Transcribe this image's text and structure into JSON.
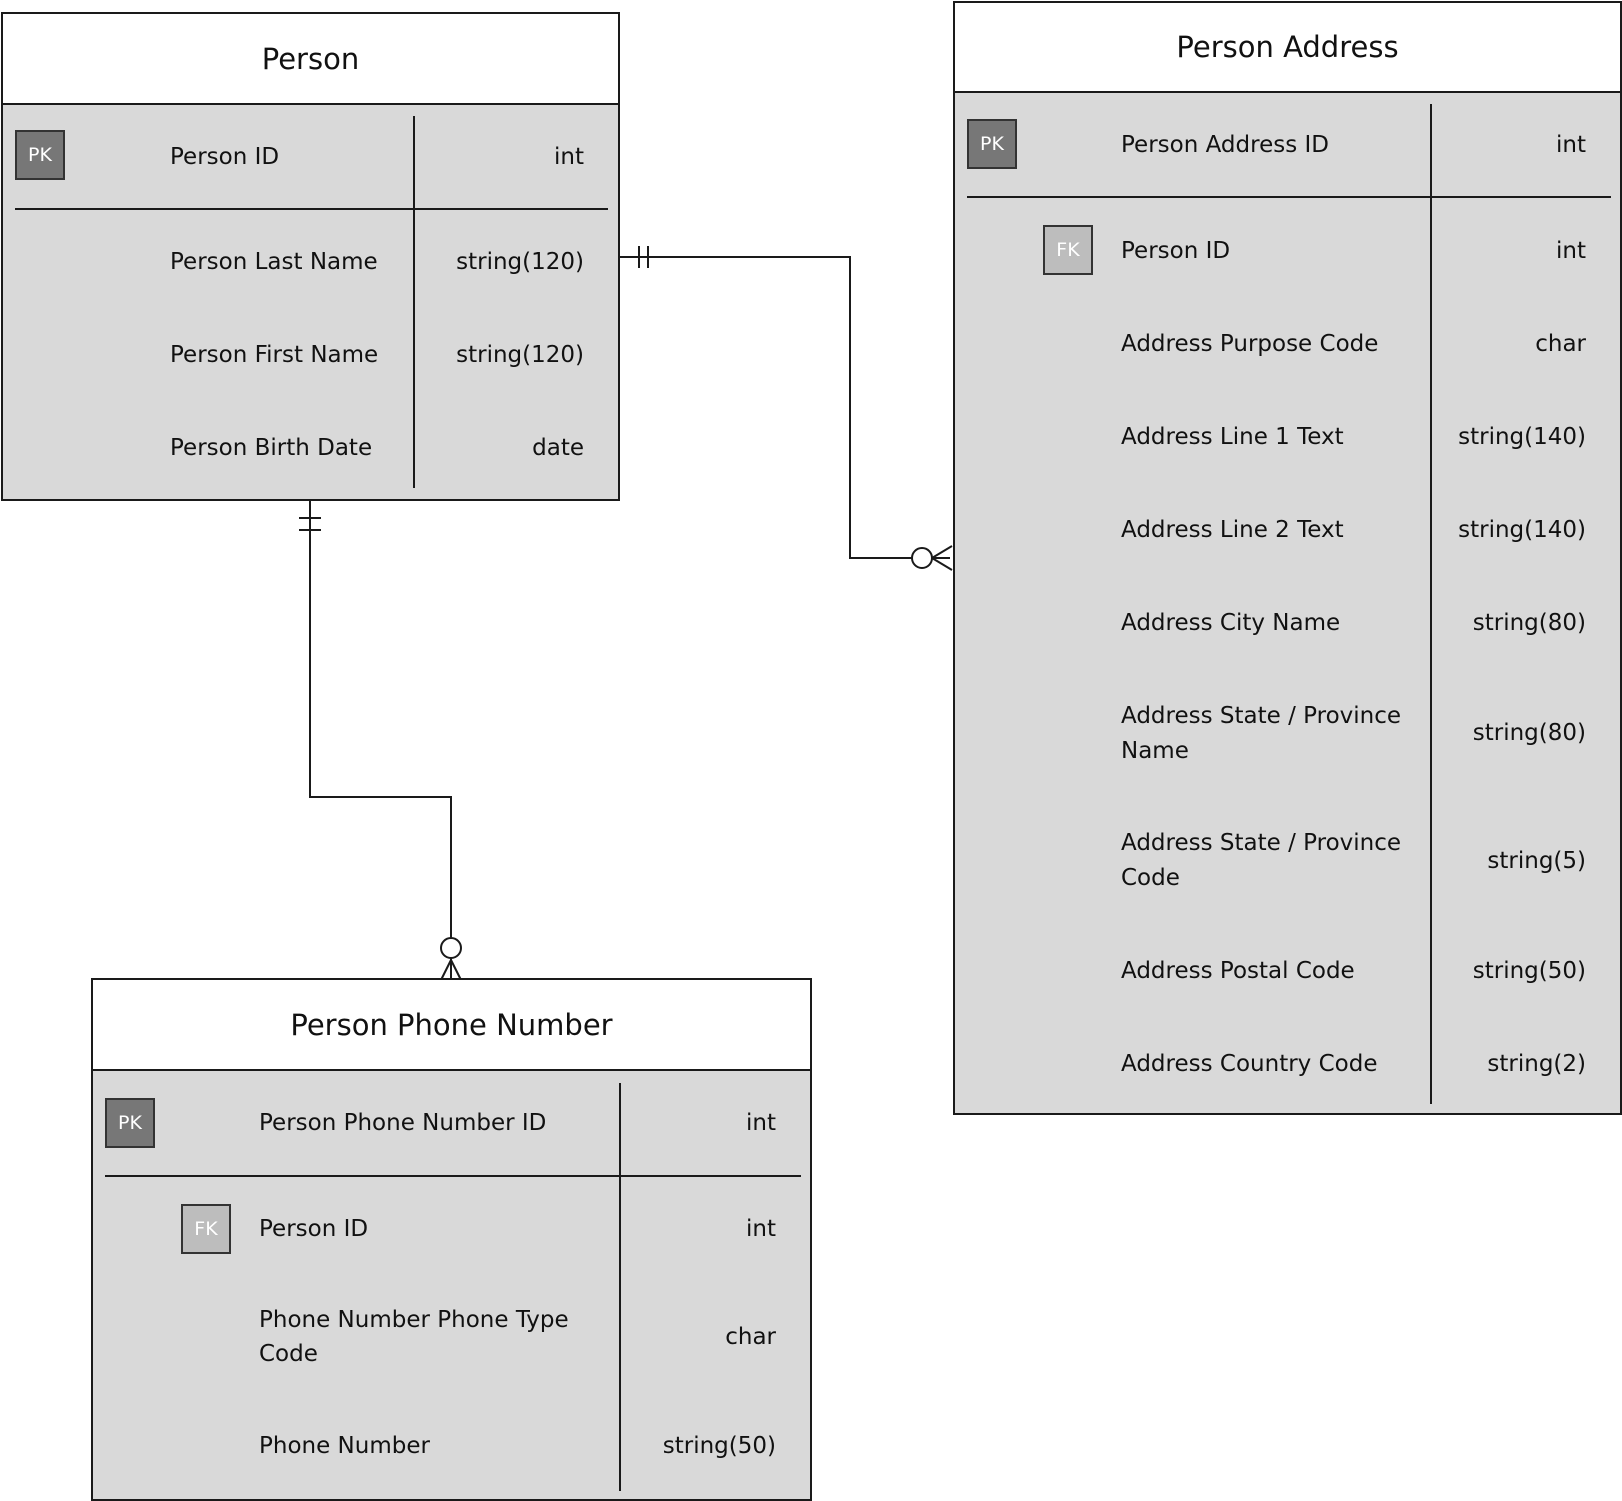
{
  "colors": {
    "line": "#1a1a1a",
    "entity_fill": "#d9d9d9",
    "header_fill": "#ffffff",
    "pk_badge": "#777777",
    "fk_badge": "#bdbdbd"
  },
  "person": {
    "title": "Person",
    "pk": {
      "badge": "PK",
      "name": "Person ID",
      "type": "int"
    },
    "fields": [
      {
        "name": "Person Last Name",
        "type": "string(120)"
      },
      {
        "name": "Person First Name",
        "type": "string(120)"
      },
      {
        "name": "Person Birth Date",
        "type": "date"
      }
    ]
  },
  "address": {
    "title": "Person Address",
    "pk": {
      "badge": "PK",
      "name": "Person Address ID",
      "type": "int"
    },
    "fk": {
      "badge": "FK",
      "name": "Person ID",
      "type": "int"
    },
    "fields": [
      {
        "name": "Address Purpose Code",
        "type": "char"
      },
      {
        "name": "Address Line 1 Text",
        "type": "string(140)"
      },
      {
        "name": "Address Line 2 Text",
        "type": "string(140)"
      },
      {
        "name": "Address City Name",
        "type": "string(80)"
      },
      {
        "name": "Address State / Province",
        "name2": "Name",
        "type": "string(80)"
      },
      {
        "name": "Address State / Province",
        "name2": "Code",
        "type": "string(5)"
      },
      {
        "name": "Address Postal Code",
        "type": "string(50)"
      },
      {
        "name": "Address Country Code",
        "type": "string(2)"
      }
    ]
  },
  "phone": {
    "title": "Person Phone Number",
    "pk": {
      "badge": "PK",
      "name": "Person Phone Number ID",
      "type": "int"
    },
    "fk": {
      "badge": "FK",
      "name": "Person ID",
      "type": "int"
    },
    "fields": [
      {
        "name": "Phone Number Phone Type",
        "name2": "Code",
        "type": "char"
      },
      {
        "name": "Phone Number",
        "type": "string(50)"
      }
    ]
  },
  "relationships": [
    {
      "from": "Person",
      "to": "Person Address",
      "from_cardinality": "exactly-one",
      "to_cardinality": "zero-or-many"
    },
    {
      "from": "Person",
      "to": "Person Phone Number",
      "from_cardinality": "exactly-one",
      "to_cardinality": "zero-or-many"
    }
  ]
}
